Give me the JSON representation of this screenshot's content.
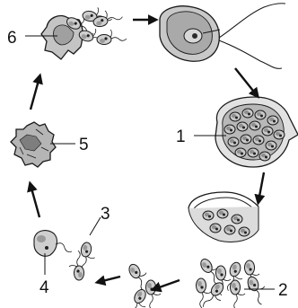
{
  "labels": [
    "1",
    "2",
    "3",
    "4",
    "5",
    "6"
  ],
  "colors": {
    "outline": "#1a1a1a",
    "cell_fill": "#c8c8c8",
    "cell_dark": "#8f8f8f",
    "wall": "#a4a4a4",
    "nucleus": "#2b2b2b",
    "background": "#ffffff"
  },
  "icons": [
    "cycle-arrow",
    "zoospore",
    "zoosporangium",
    "resting-spore"
  ]
}
